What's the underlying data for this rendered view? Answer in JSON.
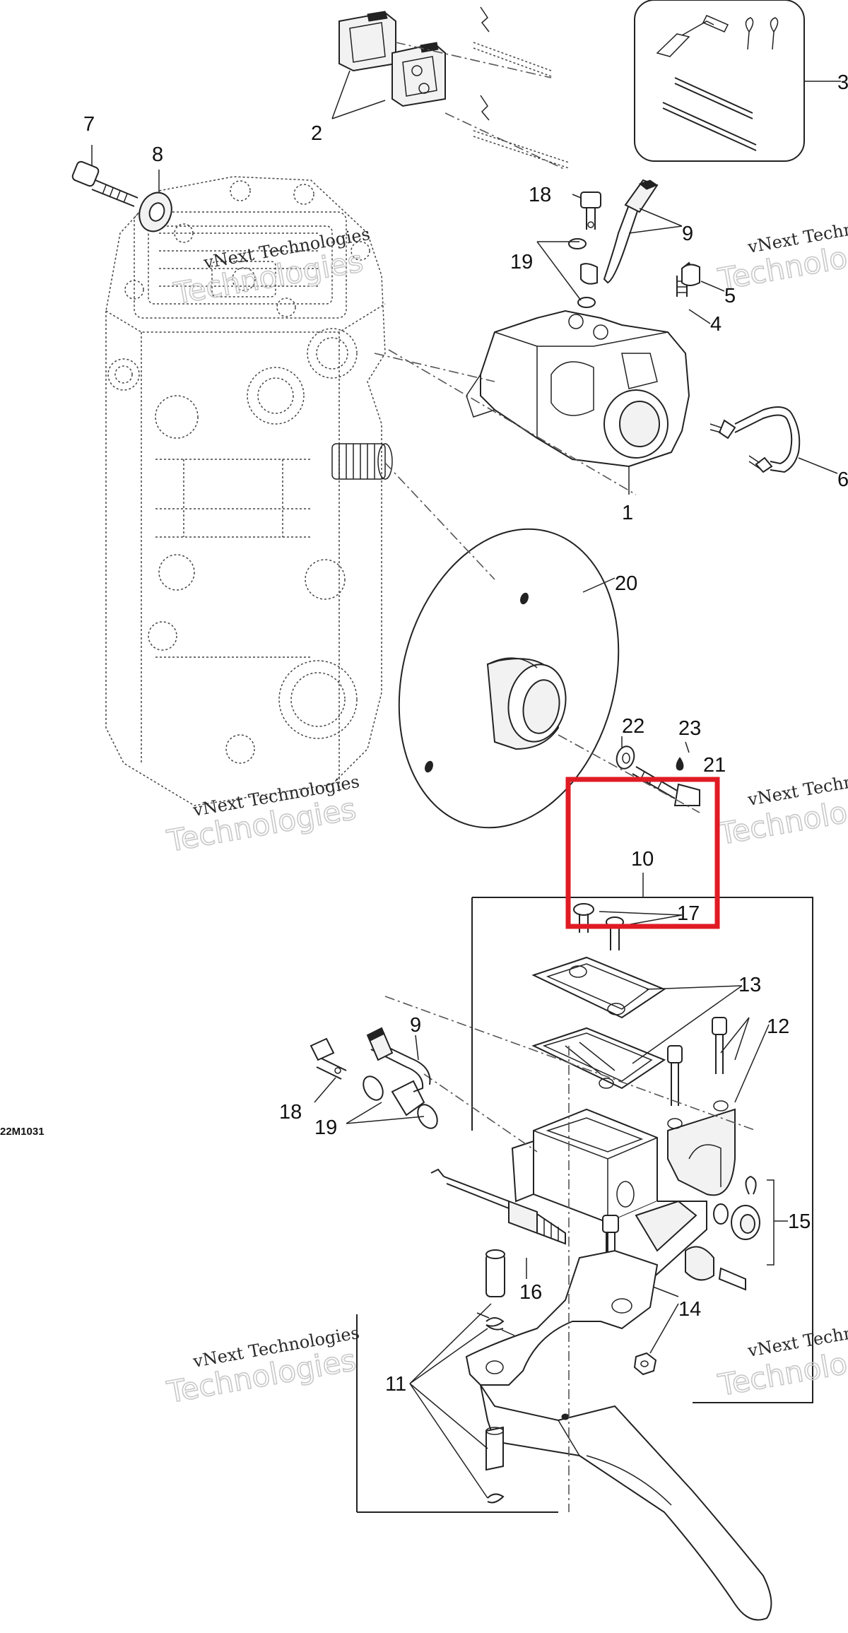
{
  "diagram_code": "22M1031",
  "watermark": {
    "line1": "vNext Technologies",
    "line2": "Technologies"
  },
  "highlight_color": "#e01b24",
  "callouts": {
    "c1": "1",
    "c2": "2",
    "c3": "3",
    "c4": "4",
    "c5": "5",
    "c6": "6",
    "c7": "7",
    "c8": "8",
    "c9a": "9",
    "c9b": "9",
    "c10": "10",
    "c11": "11",
    "c12": "12",
    "c13": "13",
    "c14": "14",
    "c15": "15",
    "c16": "16",
    "c17": "17",
    "c18a": "18",
    "c18b": "18",
    "c19a": "19",
    "c19b": "19",
    "c20": "20",
    "c21": "21",
    "c22": "22",
    "c23": "23"
  }
}
